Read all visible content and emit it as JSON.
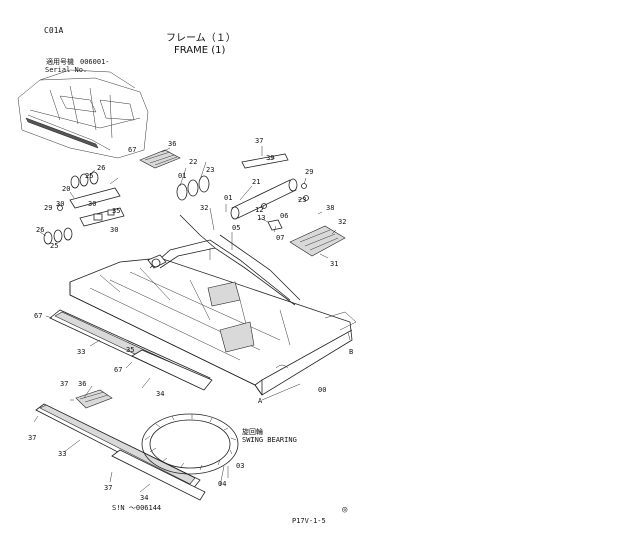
{
  "header": {
    "code": "C01A",
    "title_jp": "フレーム（１）",
    "title_en": "FRAME (1)",
    "serial_label_jp": "適用号機",
    "serial_value": "006001-",
    "serial_label_en": "Serial No."
  },
  "annotations": {
    "swing_bearing_jp": "旋回輪",
    "swing_bearing_en": "SWING BEARING",
    "serial_range": "S!N ～006144",
    "page_ref": "P17V-1-5",
    "circle_mark": "◎",
    "arrow_a": "A",
    "arrow_b": "B"
  },
  "part_labels": [
    "00",
    "01",
    "03",
    "04",
    "05",
    "06",
    "07",
    "12",
    "13",
    "20",
    "21",
    "22",
    "23",
    "25",
    "26",
    "29",
    "30",
    "31",
    "32",
    "33",
    "34",
    "35",
    "36",
    "37",
    "38",
    "39",
    "67"
  ]
}
